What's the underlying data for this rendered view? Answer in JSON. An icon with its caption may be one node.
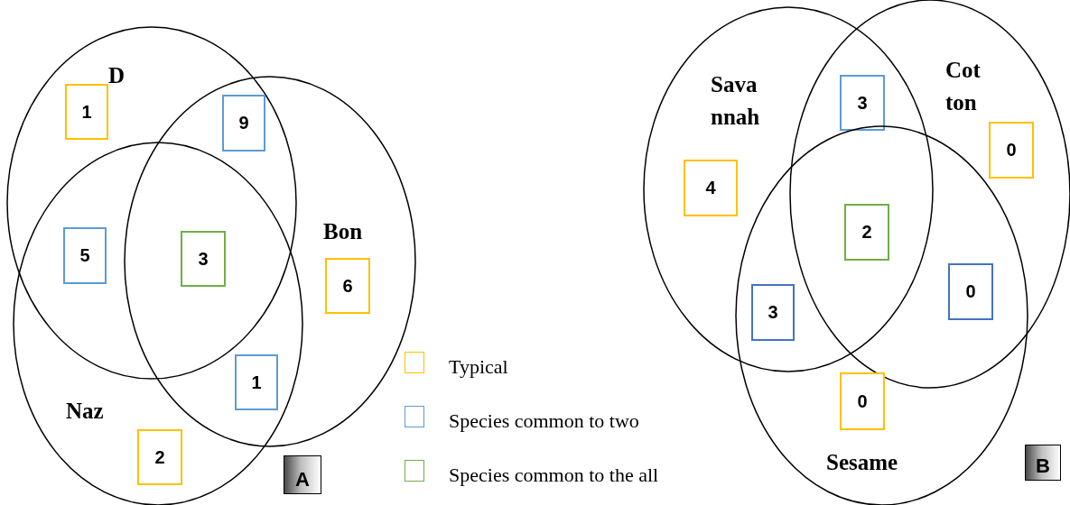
{
  "diagram": {
    "nodes": [
      {
        "text": [
          "D"
        ]
      },
      {
        "text": [
          "1"
        ],
        "in": 0
      },
      {
        "text": [
          "9"
        ]
      },
      {
        "text": [
          "Bon"
        ]
      },
      {
        "text": [
          "5"
        ]
      },
      {
        "text": [
          "3"
        ]
      },
      {
        "text": [
          "6"
        ],
        "in": 3
      },
      {
        "text": [
          "Naz"
        ]
      },
      {
        "text": [
          "1"
        ]
      },
      {
        "text": [
          "2"
        ],
        "in": 7
      },
      {
        "text": [
          "A"
        ]
      },
      {
        "text": [
          "Sava nnah"
        ]
      },
      {
        "text": [
          "3"
        ]
      },
      {
        "text": [
          "Cot ton"
        ]
      },
      {
        "text": [
          "0"
        ],
        "in": 13
      },
      {
        "text": [
          "4"
        ],
        "in": 11
      },
      {
        "text": [
          "2"
        ]
      },
      {
        "text": [
          "0"
        ]
      },
      {
        "text": [
          "3"
        ]
      },
      {
        "text": [
          "Sesame"
        ]
      },
      {
        "text": [
          "0"
        ],
        "in": 19
      },
      {
        "text": [
          "B"
        ]
      }
    ],
    "edges": [],
    "legend": [
      {
        "text": "Typical",
        "color": "#ffc000"
      },
      {
        "text": "Species common to two",
        "color": "#5b9bd5"
      },
      {
        "text": "Species common to the all",
        "color": "#70ad47"
      }
    ]
  }
}
